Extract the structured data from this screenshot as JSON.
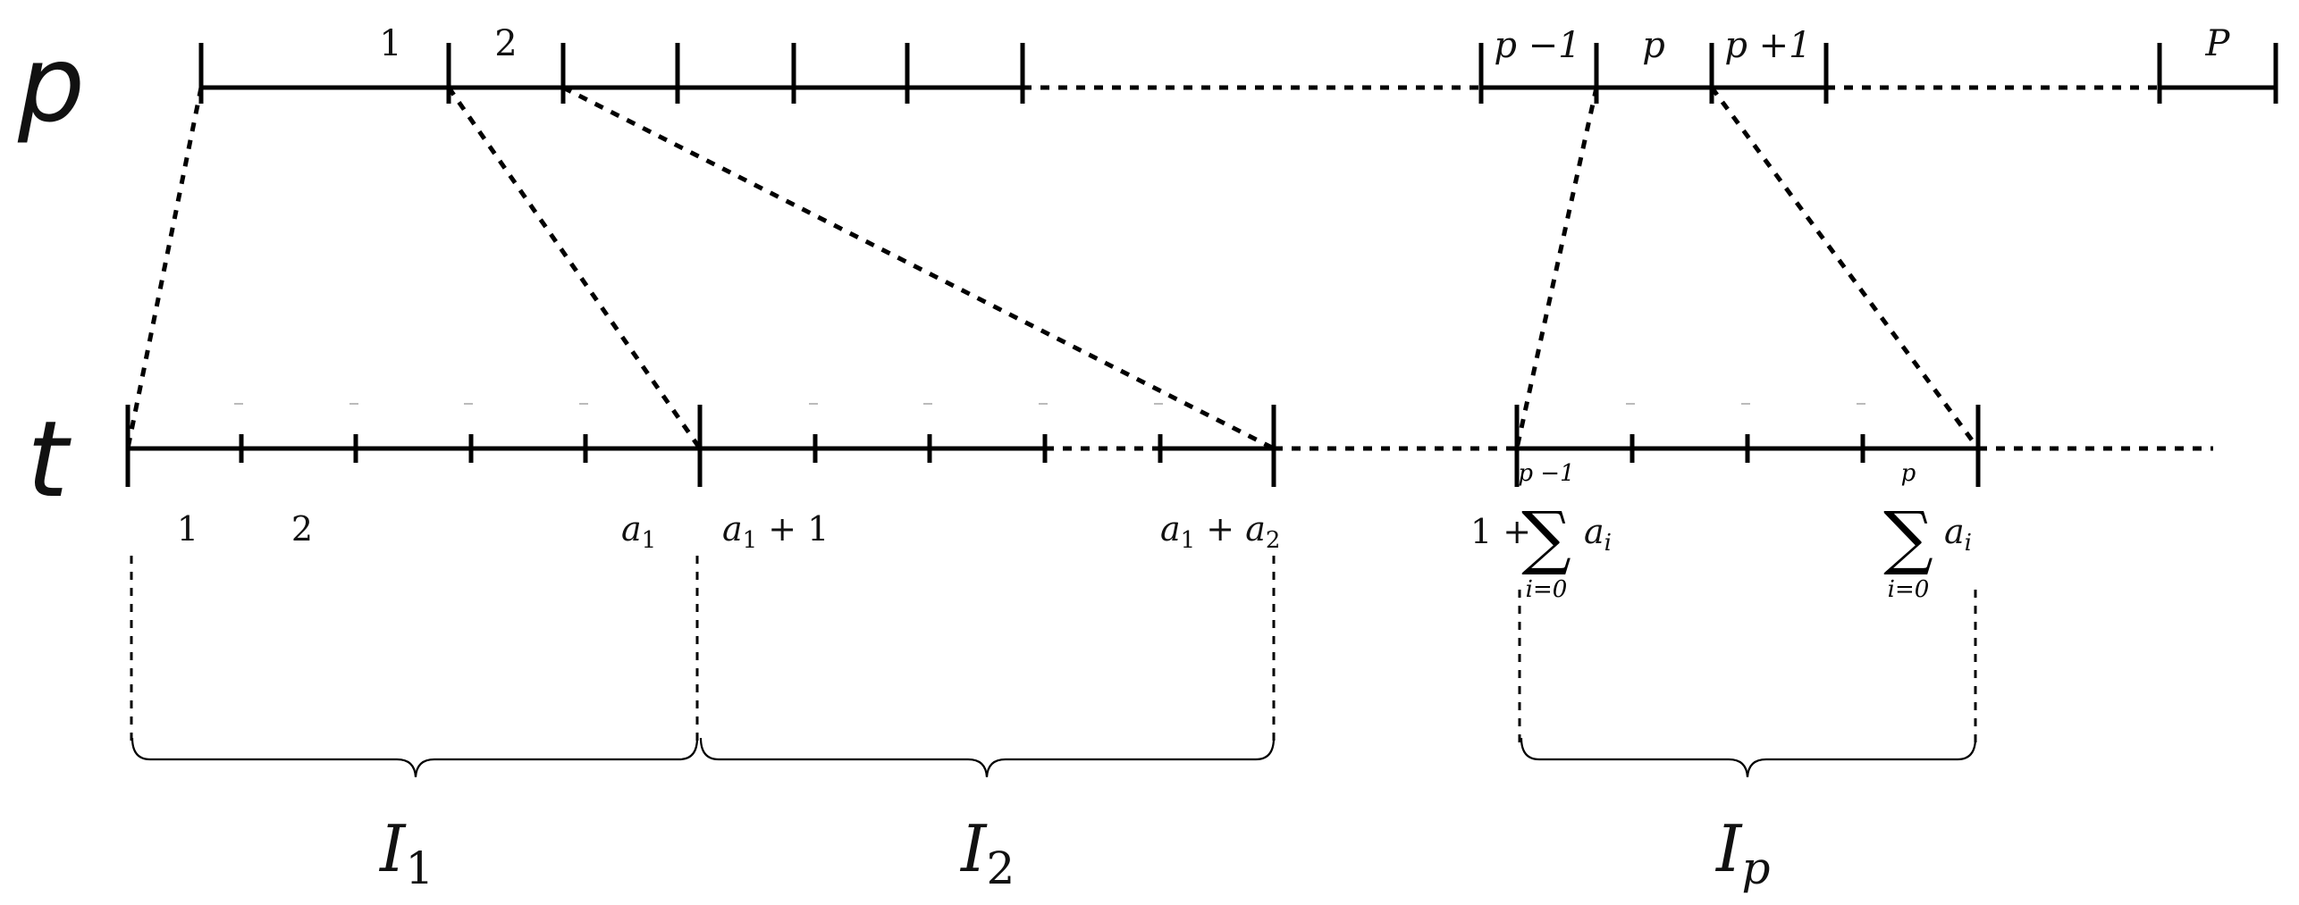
{
  "axes": {
    "top_var": "p",
    "bottom_var": "t"
  },
  "top_labels": {
    "seg1": "1",
    "seg2": "2",
    "p_minus_1": "p −1",
    "p": "p",
    "p_plus_1": "p +1",
    "P": "P"
  },
  "bottom_labels": {
    "t1": "1",
    "t2": "2",
    "a1_base": "a",
    "a1_sub": "1",
    "a1p1_base": "a",
    "a1p1_sub": "1",
    "a1p1_rest": " + 1",
    "a1a2_base1": "a",
    "a1a2_sub1": "1",
    "a1a2_plus": " + ",
    "a1a2_base2": "a",
    "a1a2_sub2": "2",
    "start_p_prefix": "1 +",
    "start_p_sigma": "∑",
    "start_p_upper": "p −1",
    "start_p_lower": "i=0",
    "start_p_term": "a",
    "start_p_term_sub": "i",
    "end_p_sigma": "∑",
    "end_p_upper": "p",
    "end_p_lower": "i=0",
    "end_p_term": "a",
    "end_p_term_sub": "i"
  },
  "intervals": {
    "I1_base": "I",
    "I1_sub": "1",
    "I2_base": "I",
    "I2_sub": "2",
    "Ip_base": "I",
    "Ip_sub": "p"
  }
}
